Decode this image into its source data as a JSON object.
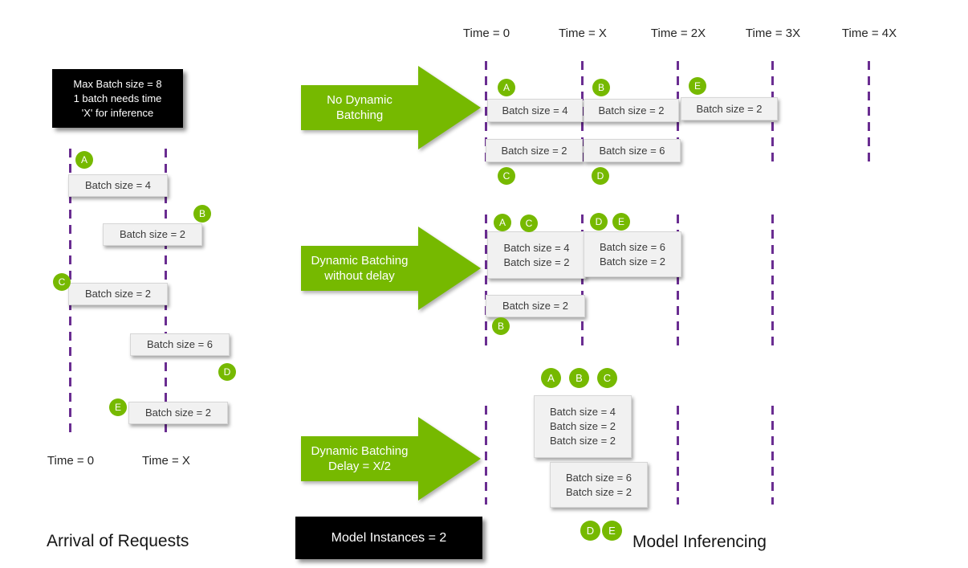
{
  "legend": {
    "line1": "Max Batch size = 8",
    "line2": "1 batch needs time",
    "line3": "'X' for inference"
  },
  "model_instances": {
    "label": "Model Instances = 2"
  },
  "captions": {
    "left": "Arrival of Requests",
    "right": "Model Inferencing"
  },
  "left_axis": {
    "t0": "Time = 0",
    "t1": "Time = X"
  },
  "right_axis": {
    "t0": "Time = 0",
    "t1": "Time = X",
    "t2": "Time = 2X",
    "t3": "Time = 3X",
    "t4": "Time = 4X"
  },
  "arrows": {
    "no_dynamic": {
      "line1": "No Dynamic",
      "line2": "Batching"
    },
    "no_delay": {
      "line1": "Dynamic Batching",
      "line2": "without delay"
    },
    "delay": {
      "line1": "Dynamic Batching",
      "line2": "Delay = X/2"
    }
  },
  "requests": {
    "a": {
      "id": "A",
      "label": "Batch size = 4"
    },
    "b": {
      "id": "B",
      "label": "Batch size = 2"
    },
    "c": {
      "id": "C",
      "label": "Batch size = 2"
    },
    "d": {
      "id": "D",
      "label": "Batch size = 6"
    },
    "e": {
      "id": "E",
      "label": "Batch size = 2"
    }
  },
  "no_dynamic": {
    "s1": {
      "id": "A",
      "label": "Batch size = 4"
    },
    "s2": {
      "id": "B",
      "label": "Batch size = 2"
    },
    "s3": {
      "id": "E",
      "label": "Batch size = 2"
    },
    "s4": {
      "id": "C",
      "label": "Batch size = 2"
    },
    "s5": {
      "id": "D",
      "label": "Batch size = 6"
    }
  },
  "no_delay": {
    "b1": {
      "ids": [
        "A",
        "C"
      ],
      "lines": [
        "Batch size = 4",
        "Batch size = 2"
      ]
    },
    "b2": {
      "ids": [
        "D",
        "E"
      ],
      "lines": [
        "Batch size = 6",
        "Batch size = 2"
      ]
    },
    "b3": {
      "ids": [
        "B"
      ],
      "lines": [
        "Batch size = 2"
      ]
    }
  },
  "delay": {
    "b1": {
      "ids": [
        "A",
        "B",
        "C"
      ],
      "lines": [
        "Batch size = 4",
        "Batch size = 2",
        "Batch size = 2"
      ]
    },
    "b2": {
      "ids": [
        "D",
        "E"
      ],
      "lines": [
        "Batch size = 6",
        "Batch size = 2"
      ]
    }
  },
  "colors": {
    "nvidia_green": "#76b900",
    "timeline_purple": "#6a2d91"
  }
}
